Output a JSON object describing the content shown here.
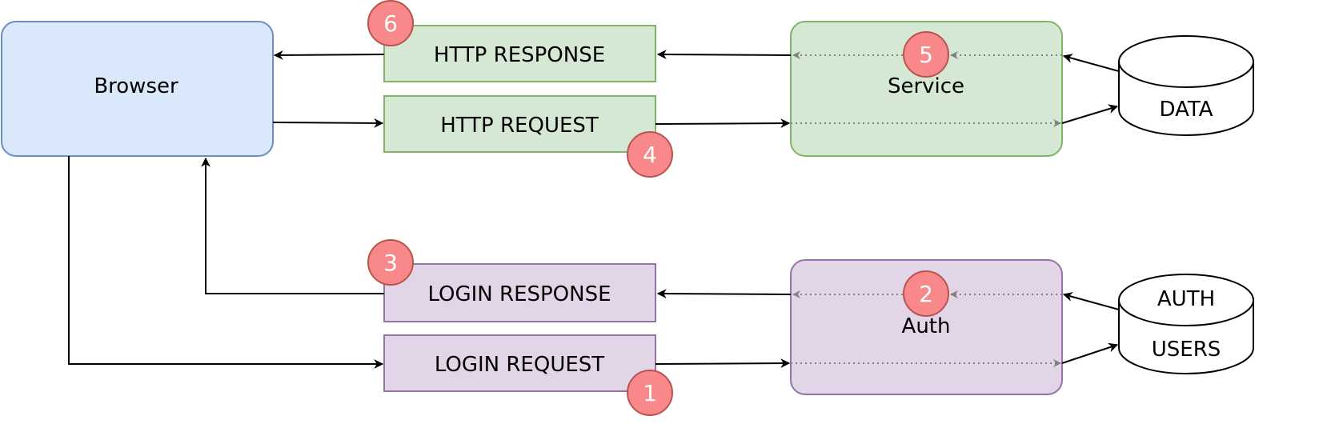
{
  "nodes": {
    "browser": {
      "label": "Browser"
    },
    "http_response": {
      "label": "HTTP RESPONSE"
    },
    "http_request": {
      "label": "HTTP REQUEST"
    },
    "service": {
      "label": "Service"
    },
    "data_store": {
      "label": "DATA"
    },
    "login_response": {
      "label": "LOGIN RESPONSE"
    },
    "login_request": {
      "label": "LOGIN REQUEST"
    },
    "auth": {
      "label": "Auth"
    },
    "auth_users_store": {
      "label_line1": "AUTH",
      "label_line2": "USERS"
    }
  },
  "badges": {
    "step1": "1",
    "step2": "2",
    "step3": "3",
    "step4": "4",
    "step5": "5",
    "step6": "6"
  },
  "colors": {
    "browser_fill": "#dae8fc",
    "browser_stroke": "#6c8ebf",
    "green_fill": "#d5e8d4",
    "green_stroke": "#82b366",
    "purple_fill": "#e1d5e7",
    "purple_stroke": "#9673a6",
    "badge_fill": "#f8888a",
    "badge_stroke": "#b85450",
    "dotted_arrow": "#808080"
  }
}
